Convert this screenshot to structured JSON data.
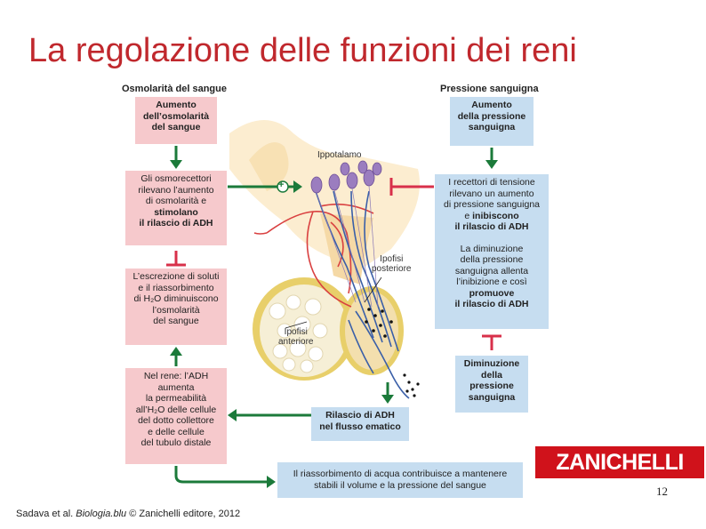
{
  "title": "La regolazione delle funzioni dei reni",
  "left_column": {
    "heading": "Osmolarità del sangue",
    "box1": [
      "Aumento",
      "dell’osmolarità",
      "del sangue"
    ],
    "box2": [
      "Gli osmorecettori",
      "rilevano l’aumento",
      "di osmolarità e"
    ],
    "box2_bold": [
      "stimolano",
      "il rilascio di ADH"
    ],
    "box3": [
      "L’escrezione di soluti",
      "e il riassorbimento",
      "di H₂O diminuiscono",
      "l’osmolarità",
      "del sangue"
    ],
    "box4": [
      "Nel rene: l’ADH",
      "aumenta",
      "la permeabilità",
      "all’H₂O delle cellule",
      "del dotto collettore",
      "e delle cellule",
      "del tubulo distale"
    ]
  },
  "right_column": {
    "heading": "Pressione sanguigna",
    "box1": [
      "Aumento",
      "della pressione",
      "sanguigna"
    ],
    "box2": [
      "I recettori di tensione",
      "rilevano un aumento",
      "di pressione sanguigna",
      "e"
    ],
    "box2_bold_a": "inibiscono",
    "box2_bold_b": "il rilascio di ADH",
    "box2b": [
      "La diminuzione",
      "della pressione",
      "sanguigna allenta",
      "l’inibizione e così"
    ],
    "box2b_bold": [
      "promuove",
      "il rilascio di ADH"
    ],
    "box3": [
      "Diminuzione",
      "della",
      "pressione",
      "sanguigna"
    ]
  },
  "center": {
    "hypothalamus_label": "Ippotalamo",
    "posterior_label": [
      "Ipofisi",
      "posteriore"
    ],
    "anterior_label": [
      "Ipofisi",
      "anteriore"
    ],
    "release_box": [
      "Rilascio di ADH",
      "nel flusso ematico"
    ],
    "bottom_box": [
      "Il riassorbimento di acqua contribuisce a mantenere",
      "stabili il volume e la pressione del sangue"
    ],
    "plus_sign": "+"
  },
  "logo_text": "ZANICHELLI",
  "page_number": "12",
  "credit": {
    "prefix": "Sadava et al. ",
    "book": "Biologia.blu",
    "suffix": " © Zanichelli editore, 2012"
  },
  "colors": {
    "title": "#c0282d",
    "pink_box": "#f6c9cc",
    "blue_box": "#c6ddf0",
    "stimulate_arrow": "#1b7a3a",
    "inhibit_bar": "#d8304a",
    "logo_bg": "#d0121b"
  }
}
